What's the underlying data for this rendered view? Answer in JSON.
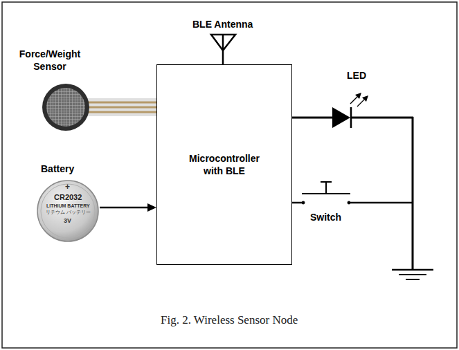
{
  "diagram": {
    "caption": "Fig. 2. Wireless Sensor Node",
    "nodes": [
      {
        "text": [
          "Microcontroller with BLE"
        ]
      }
    ],
    "labels": [
      "BLE Antenna",
      "Force/Weight Sensor",
      "Battery",
      "LED",
      "Switch",
      "+",
      "CR2032",
      "LITHIUM BATTERY",
      "リチウム バッテリー",
      "3V"
    ]
  }
}
